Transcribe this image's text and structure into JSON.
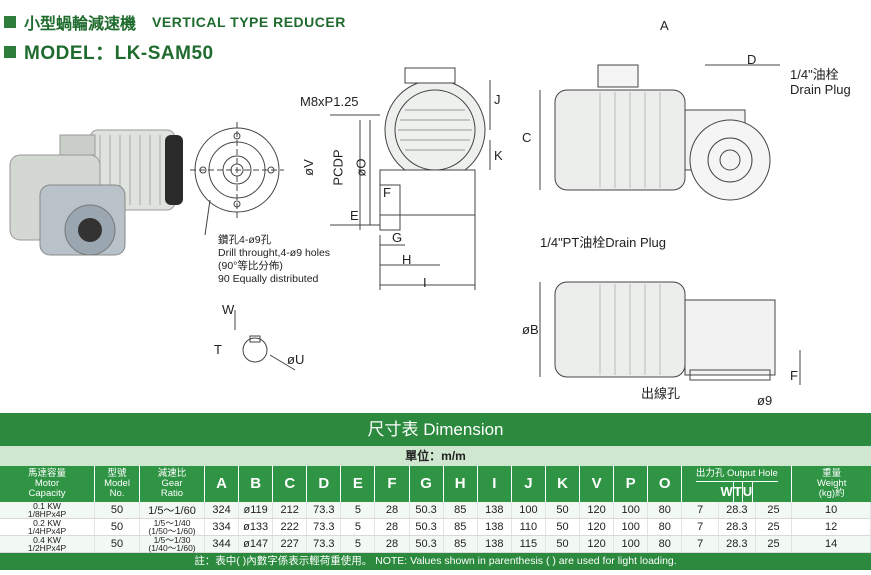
{
  "header": {
    "title_cn": "小型蝸輪減速機",
    "title_en": "VERTICAL TYPE REDUCER",
    "model": "MODEL：LK-SAM50"
  },
  "drawing": {
    "labels": {
      "M8": "M8xP1.25",
      "V": "øV",
      "PCD": "PCDP",
      "O": "øO",
      "E": "E",
      "F": "F",
      "G": "G",
      "H": "H",
      "I": "I",
      "J": "J",
      "K": "K",
      "C": "C",
      "A": "A",
      "D": "D",
      "B": "øB",
      "F2": "F",
      "nine": "ø9",
      "W": "W",
      "T": "T",
      "U": "øU",
      "drain_top_1": "1/4\"油栓",
      "drain_top_2": "Drain Plug",
      "drain_bottom": "1/4\"PT油栓Drain Plug",
      "cable": "出線孔"
    },
    "hole_note": [
      "鑽孔4-ø9孔",
      "Drill throught,4-ø9 holes",
      "(90°等比分佈)",
      "90 Equally distributed"
    ]
  },
  "table": {
    "title": "尺寸表  Dimension",
    "unit": "單位：m/m",
    "headers": {
      "capacity": [
        "馬達容量",
        "Motor",
        "Capacity"
      ],
      "model": [
        "型號",
        "Model",
        "No."
      ],
      "ratio": [
        "減速比",
        "Gear",
        "Ratio"
      ],
      "dims": [
        "A",
        "B",
        "C",
        "D",
        "E",
        "F",
        "G",
        "H",
        "I",
        "J",
        "K",
        "V",
        "P",
        "O"
      ],
      "outhole": "出力孔 Output Hole",
      "outhole_cols": [
        "W",
        "T",
        "U"
      ],
      "weight": [
        "重量",
        "Weight",
        "(kg)約"
      ]
    },
    "rows": [
      {
        "cap": [
          "0.1 KW",
          "1/8HPx4P"
        ],
        "model": "50",
        "ratio": "1/5～1/60",
        "ratio_small": false,
        "vals": [
          "324",
          "ø119",
          "212",
          "73.3",
          "5",
          "28",
          "50.3",
          "85",
          "138",
          "100",
          "50",
          "120",
          "100",
          "80"
        ],
        "w": "7",
        "t": "28.3",
        "u": "25",
        "weight": "10"
      },
      {
        "cap": [
          "0.2 KW",
          "1/4HPx4P"
        ],
        "model": "50",
        "ratio": [
          "1/5～1/40",
          "(1/50～1/60)"
        ],
        "ratio_small": true,
        "vals": [
          "334",
          "ø133",
          "222",
          "73.3",
          "5",
          "28",
          "50.3",
          "85",
          "138",
          "110",
          "50",
          "120",
          "100",
          "80"
        ],
        "w": "7",
        "t": "28.3",
        "u": "25",
        "weight": "12"
      },
      {
        "cap": [
          "0.4 KW",
          "1/2HPx4P"
        ],
        "model": "50",
        "ratio": [
          "1/5～1/30",
          "(1/40～1/60)"
        ],
        "ratio_small": true,
        "vals": [
          "344",
          "ø147",
          "227",
          "73.3",
          "5",
          "28",
          "50.3",
          "85",
          "138",
          "115",
          "50",
          "120",
          "100",
          "80"
        ],
        "w": "7",
        "t": "28.3",
        "u": "25",
        "weight": "14"
      }
    ],
    "footer": "註：表中(   )內數字係表示輕荷重使用。     NOTE: Values shown in parenthesis (  ) are used for light loading."
  },
  "colors": {
    "green_dark": "#2b8a3e",
    "green_light": "#cfe7cf",
    "title_green": "#1f6b2e"
  }
}
